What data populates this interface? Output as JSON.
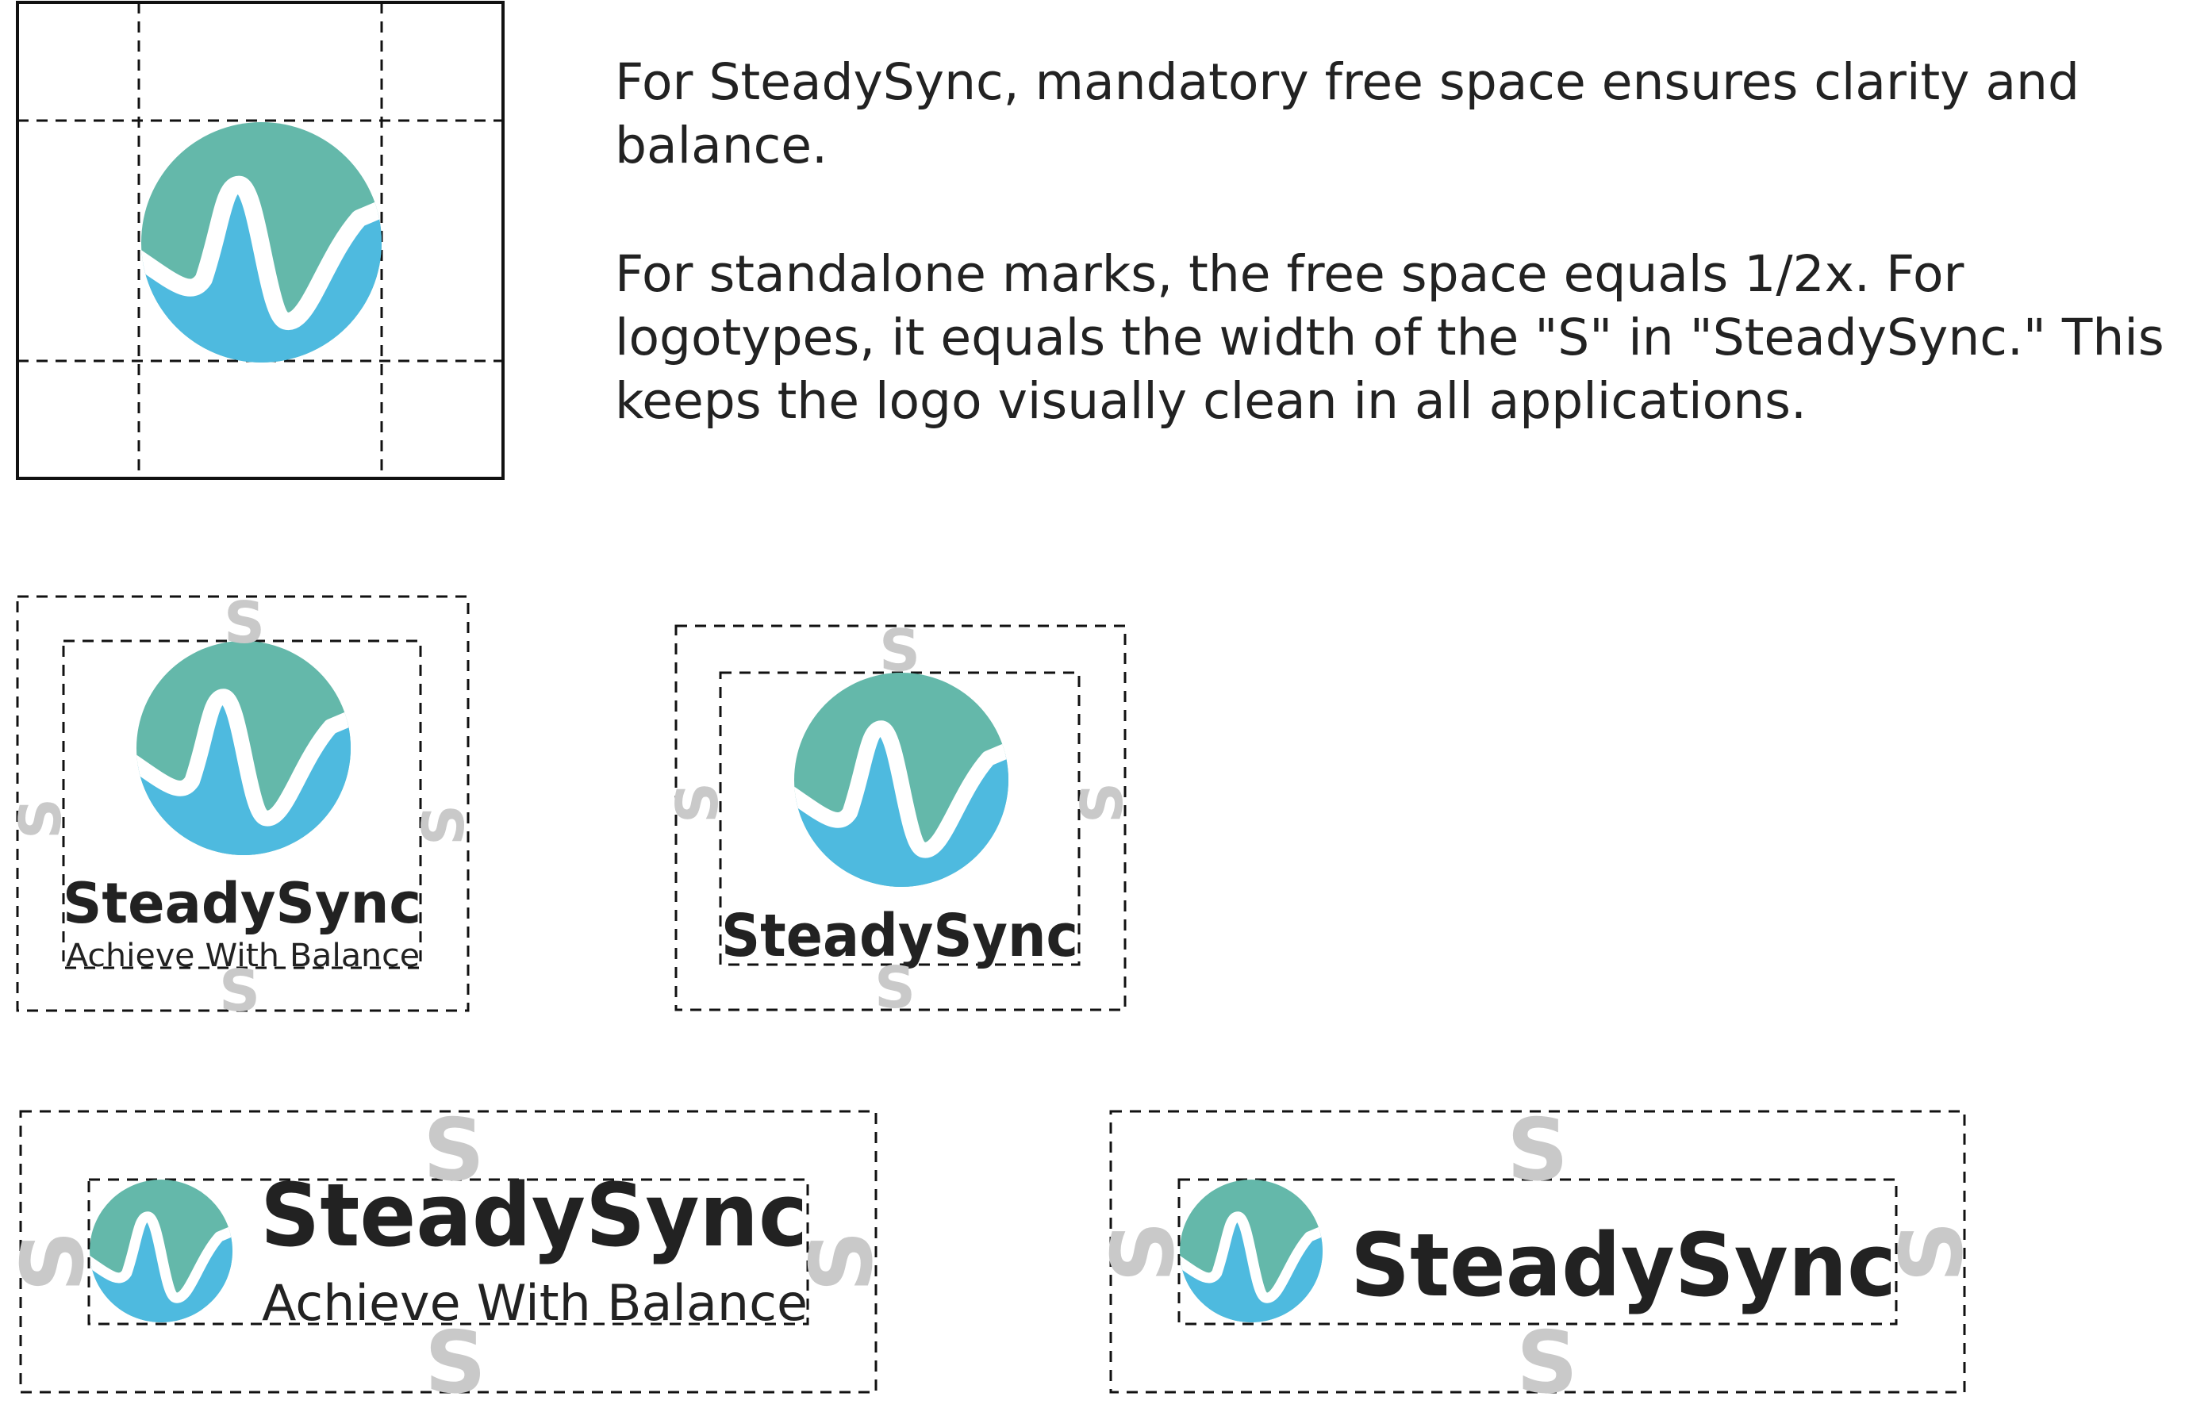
{
  "intro": {
    "paragraph_1": "For SteadySync, mandatory free space ensures clarity and balance.",
    "paragraph_2": "For standalone marks, the free space equals 1/2x. For logotypes, it equals the width of the \"S\" in \"SteadySync.\" This keeps the logo visually clean in all applications."
  },
  "brand": {
    "name": "SteadySync",
    "tagline": "Achieve With Balance",
    "spacing_unit": "S"
  },
  "colors": {
    "teal": "#64B8AA",
    "blue": "#4EBADF",
    "ink": "#222222",
    "guide": "#111111",
    "spacing_letter": "#C9C9C9"
  },
  "icons": {
    "logo_mark": "wave-circle-logo-icon"
  }
}
